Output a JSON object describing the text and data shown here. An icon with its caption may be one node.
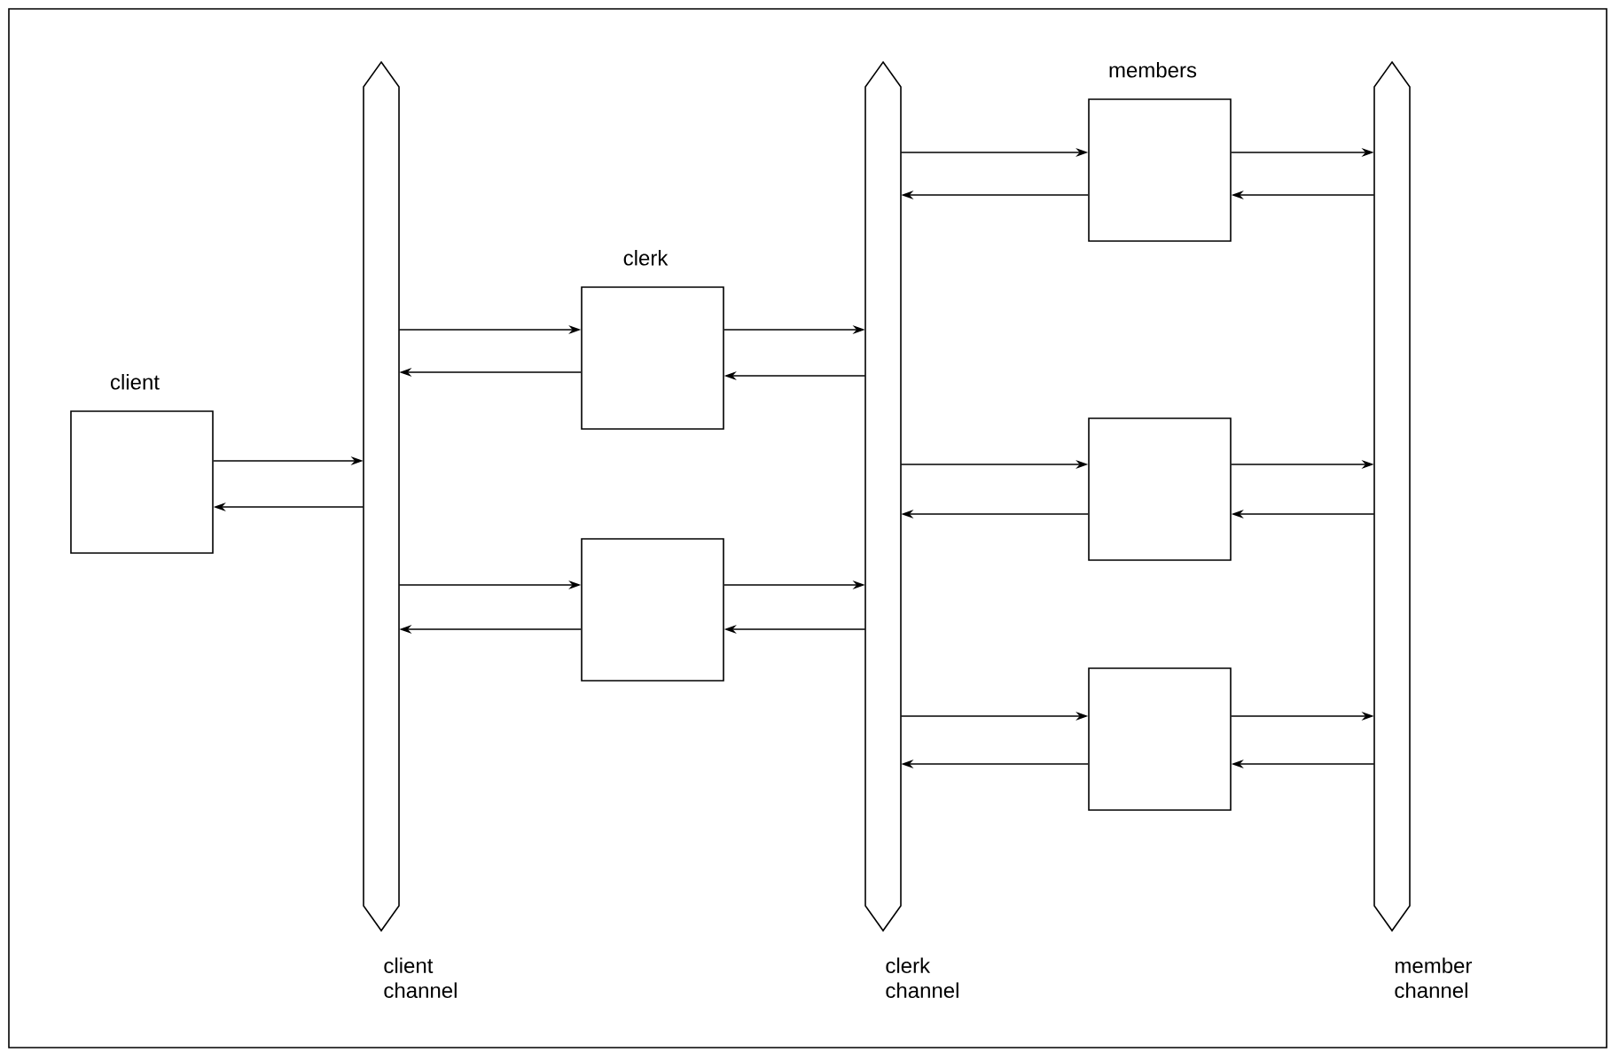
{
  "diagram": {
    "nodes": [
      {
        "text": [
          "client"
        ]
      },
      {
        "text": [
          "client channel"
        ]
      },
      {
        "text": [
          "clerk"
        ]
      },
      {
        "text": [],
        "shape": "box"
      },
      {
        "text": [
          "clerk channel"
        ]
      },
      {
        "text": [
          "members"
        ]
      },
      {
        "text": [],
        "shape": "box"
      },
      {
        "text": [],
        "shape": "box"
      },
      {
        "text": [
          "member channel"
        ]
      }
    ],
    "edges": [
      {
        "from": 0,
        "to": 1,
        "arrow": "to"
      },
      {
        "from": 1,
        "to": 0,
        "arrow": "to"
      },
      {
        "from": 1,
        "to": 2,
        "arrow": "to"
      },
      {
        "from": 2,
        "to": 1,
        "arrow": "to"
      },
      {
        "from": 2,
        "to": 4,
        "arrow": "to"
      },
      {
        "from": 4,
        "to": 2,
        "arrow": "to"
      },
      {
        "from": 1,
        "to": 3,
        "arrow": "to"
      },
      {
        "from": 3,
        "to": 1,
        "arrow": "to"
      },
      {
        "from": 3,
        "to": 4,
        "arrow": "to"
      },
      {
        "from": 4,
        "to": 3,
        "arrow": "to"
      },
      {
        "from": 4,
        "to": 5,
        "arrow": "to"
      },
      {
        "from": 5,
        "to": 4,
        "arrow": "to"
      },
      {
        "from": 5,
        "to": 8,
        "arrow": "to"
      },
      {
        "from": 8,
        "to": 5,
        "arrow": "to"
      },
      {
        "from": 4,
        "to": 6,
        "arrow": "to"
      },
      {
        "from": 6,
        "to": 4,
        "arrow": "to"
      },
      {
        "from": 6,
        "to": 8,
        "arrow": "to"
      },
      {
        "from": 8,
        "to": 6,
        "arrow": "to"
      },
      {
        "from": 4,
        "to": 7,
        "arrow": "to"
      },
      {
        "from": 7,
        "to": 4,
        "arrow": "to"
      },
      {
        "from": 7,
        "to": 8,
        "arrow": "to"
      },
      {
        "from": 8,
        "to": 7,
        "arrow": "to"
      }
    ]
  }
}
